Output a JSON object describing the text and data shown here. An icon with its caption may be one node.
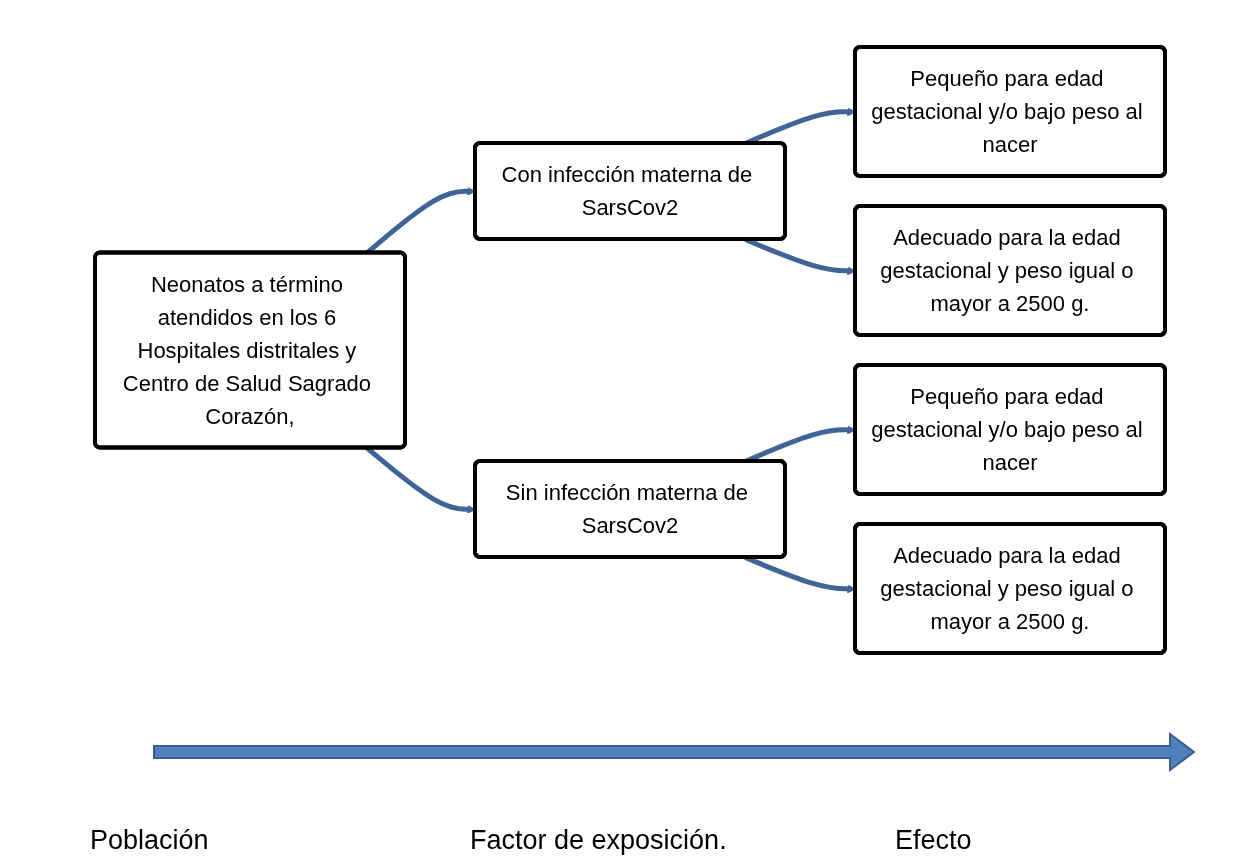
{
  "diagram": {
    "nodes": [
      {
        "text": [
          "Neonatos a término atendidos en los 6 Hospitales distritales y Centro de Salud Sagrado Corazón,"
        ]
      },
      {
        "text": [
          "Con infección materna de SarsCov2"
        ]
      },
      {
        "text": [
          "Sin infección materna de SarsCov2"
        ]
      },
      {
        "text": [
          "Pequeño para edad gestacional y/o bajo peso al nacer"
        ]
      },
      {
        "text": [
          "Adecuado para la edad gestacional y peso igual o mayor a 2500 g."
        ]
      },
      {
        "text": [
          "Pequeño para edad gestacional y/o bajo peso al nacer"
        ]
      },
      {
        "text": [
          "Adecuado para la edad gestacional y peso igual o mayor a 2500 g."
        ]
      }
    ],
    "edges": [
      {
        "from": 0,
        "to": 1,
        "arrow": "to"
      },
      {
        "from": 0,
        "to": 2,
        "arrow": "to"
      },
      {
        "from": 1,
        "to": 3,
        "arrow": "to"
      },
      {
        "from": 1,
        "to": 4,
        "arrow": "to"
      },
      {
        "from": 2,
        "to": 5,
        "arrow": "to"
      },
      {
        "from": 2,
        "to": 6,
        "arrow": "to"
      }
    ],
    "labels": [
      "Población",
      "Factor de exposición.",
      "Efecto"
    ]
  }
}
